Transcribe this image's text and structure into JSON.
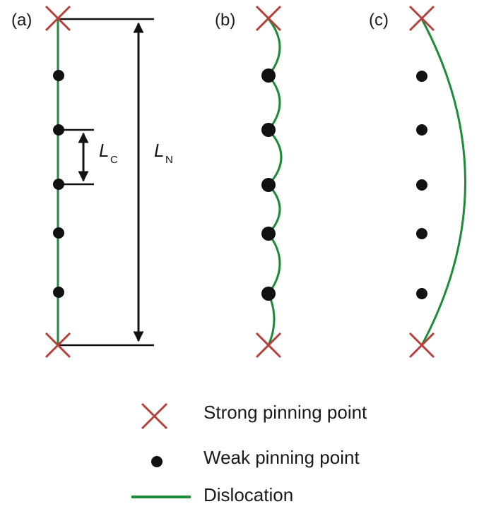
{
  "panels": {
    "a": {
      "label": "(a)"
    },
    "b": {
      "label": "(b)"
    },
    "c": {
      "label": "(c)"
    }
  },
  "dimensions": {
    "lc": {
      "symbol": "L",
      "subscript": "C"
    },
    "ln": {
      "symbol": "L",
      "subscript": "N"
    }
  },
  "legend": {
    "strong": "Strong pinning point",
    "weak": "Weak pinning point",
    "dislocation": "Dislocation"
  },
  "colors": {
    "strong_pin": "#b5403a",
    "dislocation": "#1e8a3a",
    "weak_pin": "#111111",
    "arrow": "#111111"
  }
}
